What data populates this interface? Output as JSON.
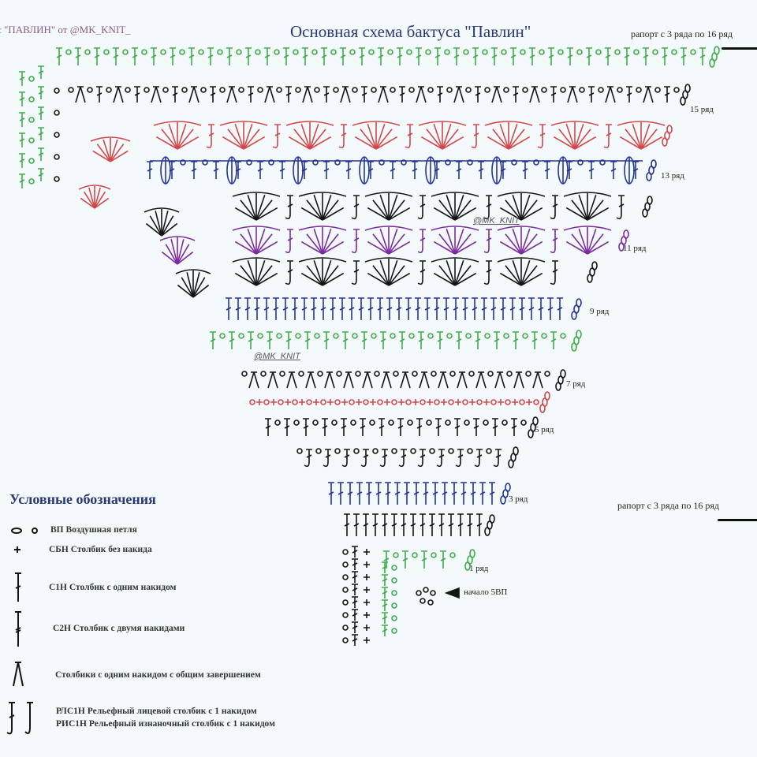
{
  "header": {
    "credit": "с \"ПАВЛИН\"  от @MK_KNIT_",
    "title": "Основная схема бактуса \"Павлин\"",
    "rapport_top": "рапорт с 3 ряда по 16 ряд",
    "rapport_mid": "рапорт с 3 ряда по 16 ряд"
  },
  "watermarks": [
    "@MK_KNIT",
    "@MK_KNIT"
  ],
  "row_labels": {
    "r15": "15 ряд",
    "r13": "13 ряд",
    "r11": "11 ряд",
    "r9": "9 ряд",
    "r7": "7 ряд",
    "r5": "5 ряд",
    "r3": "3 ряд",
    "r1": "1 ряд"
  },
  "start_note": "начало 5ВП",
  "colors": {
    "green": "#3cae4a",
    "black": "#141414",
    "red": "#d2474a",
    "blue": "#23349a",
    "purple": "#7b2aa0",
    "title": "#2a3a78"
  },
  "rows": [
    {
      "n": 16,
      "color": "green",
      "type": "dc-ch"
    },
    {
      "n": 15,
      "color": "black",
      "type": "mix"
    },
    {
      "n": 14,
      "color": "red",
      "type": "fan"
    },
    {
      "n": 13,
      "color": "blue",
      "type": "shell"
    },
    {
      "n": 12,
      "color": "black",
      "type": "fan"
    },
    {
      "n": 11,
      "color": "purple",
      "type": "fan"
    },
    {
      "n": 10,
      "color": "black",
      "type": "fan"
    },
    {
      "n": 9,
      "color": "blue",
      "type": "dc"
    },
    {
      "n": 8,
      "color": "green",
      "type": "dc-ch"
    },
    {
      "n": 7,
      "color": "black",
      "type": "cluster"
    },
    {
      "n": 6,
      "color": "red",
      "type": "sc"
    },
    {
      "n": 5,
      "color": "black",
      "type": "dc-ch"
    },
    {
      "n": 4,
      "color": "black",
      "type": "post"
    },
    {
      "n": 3,
      "color": "blue",
      "type": "dc"
    },
    {
      "n": 2,
      "color": "black",
      "type": "dc"
    },
    {
      "n": 1,
      "color": "green",
      "type": "dc-ch"
    }
  ],
  "legend": {
    "title": "Условные обозначения",
    "items": [
      {
        "icon": "chain",
        "text": "ВП Воздушная петля"
      },
      {
        "icon": "sc",
        "text": "СБН Столбик без накида"
      },
      {
        "icon": "dc",
        "text": "С1Н Столбик с одним накидом"
      },
      {
        "icon": "tr",
        "text": "С2Н Столбик с двумя накидами"
      },
      {
        "icon": "cluster",
        "text": "Столбики с одним накидом с общим завершением"
      },
      {
        "icon": "post",
        "text": "РЛС1Н Рельефный лицевой столбик с 1 накидом"
      },
      {
        "icon": "post2",
        "text": "РИС1Н Рельефный изнаночный столбик с 1 накидом"
      }
    ]
  }
}
